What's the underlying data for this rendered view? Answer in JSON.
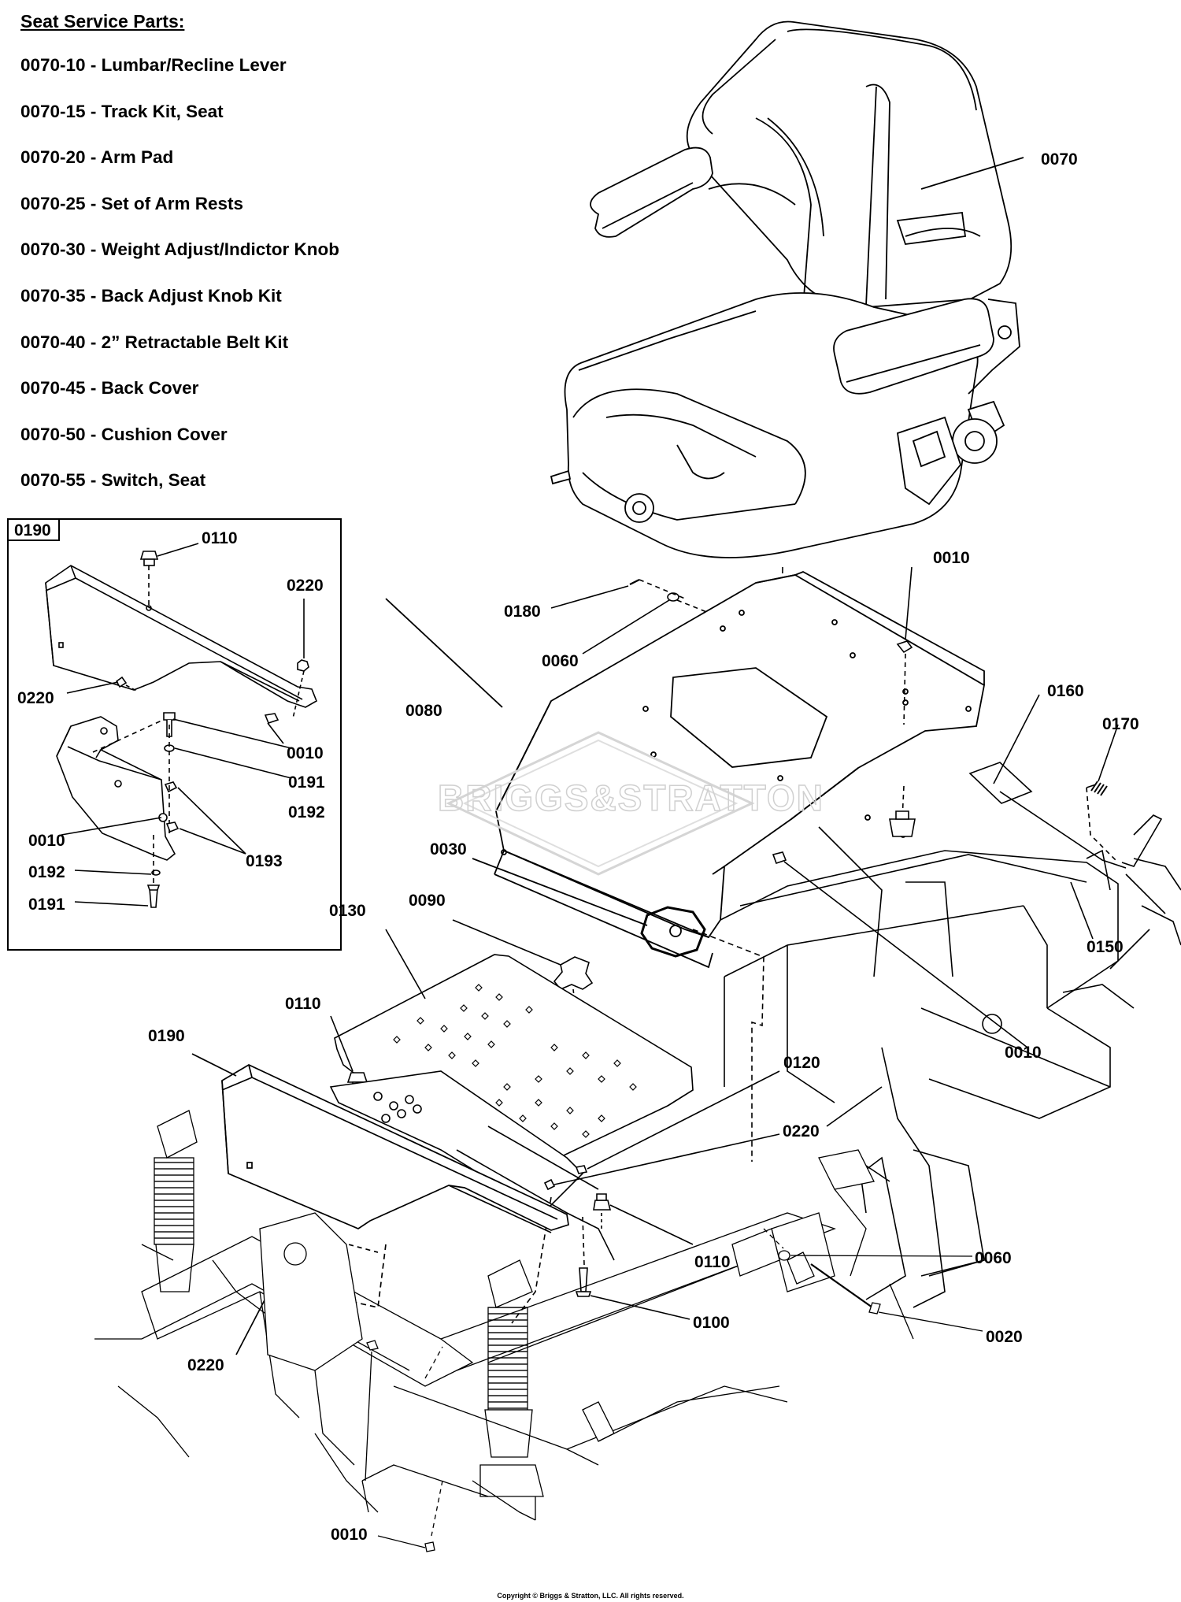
{
  "service_parts": {
    "title": "Seat Service Parts:",
    "items": [
      "0070-10 - Lumbar/Recline Lever",
      "0070-15 - Track Kit, Seat",
      "0070-20 - Arm Pad",
      "0070-25 - Set of Arm Rests",
      "0070-30 - Weight Adjust/Indictor Knob",
      "0070-35 - Back Adjust Knob Kit",
      "0070-40 - 2” Retractable Belt Kit",
      "0070-45 - Back Cover",
      "0070-50 - Cushion Cover",
      "0070-55 - Switch, Seat"
    ]
  },
  "inset": {
    "box_label": "0190",
    "callouts": [
      "0110",
      "0220",
      "0220",
      "0010",
      "0191",
      "0192",
      "0010",
      "0193",
      "0192",
      "0191"
    ]
  },
  "main_callouts": [
    "0070",
    "0010",
    "0180",
    "0060",
    "0160",
    "0170",
    "0080",
    "0030",
    "0150",
    "0090",
    "0130",
    "0010",
    "0110",
    "0190",
    "0120",
    "0220",
    "0060",
    "0110",
    "0100",
    "0020",
    "0220",
    "0010"
  ],
  "watermark": "BRIGGS&STRATTON",
  "copyright": "Copyright © Briggs & Stratton, LLC. All rights reserved."
}
